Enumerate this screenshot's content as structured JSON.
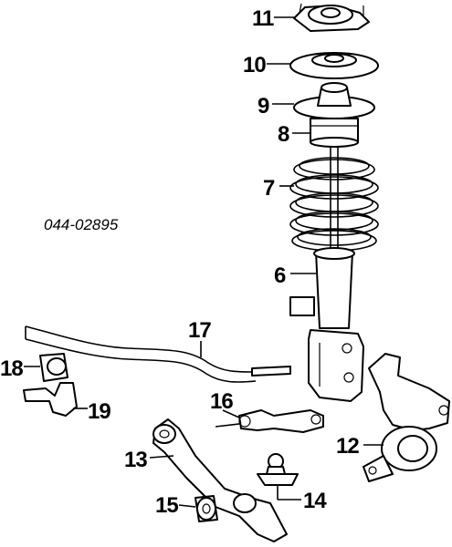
{
  "catalog_number": "044-02895",
  "callouts": {
    "c6": "6",
    "c7": "7",
    "c8": "8",
    "c9": "9",
    "c10": "10",
    "c11": "11",
    "c12": "12",
    "c13": "13",
    "c14": "14",
    "c15": "15",
    "c16": "16",
    "c17": "17",
    "c18": "18",
    "c19": "19"
  },
  "colors": {
    "ink": "#000000",
    "paper": "#ffffff"
  }
}
